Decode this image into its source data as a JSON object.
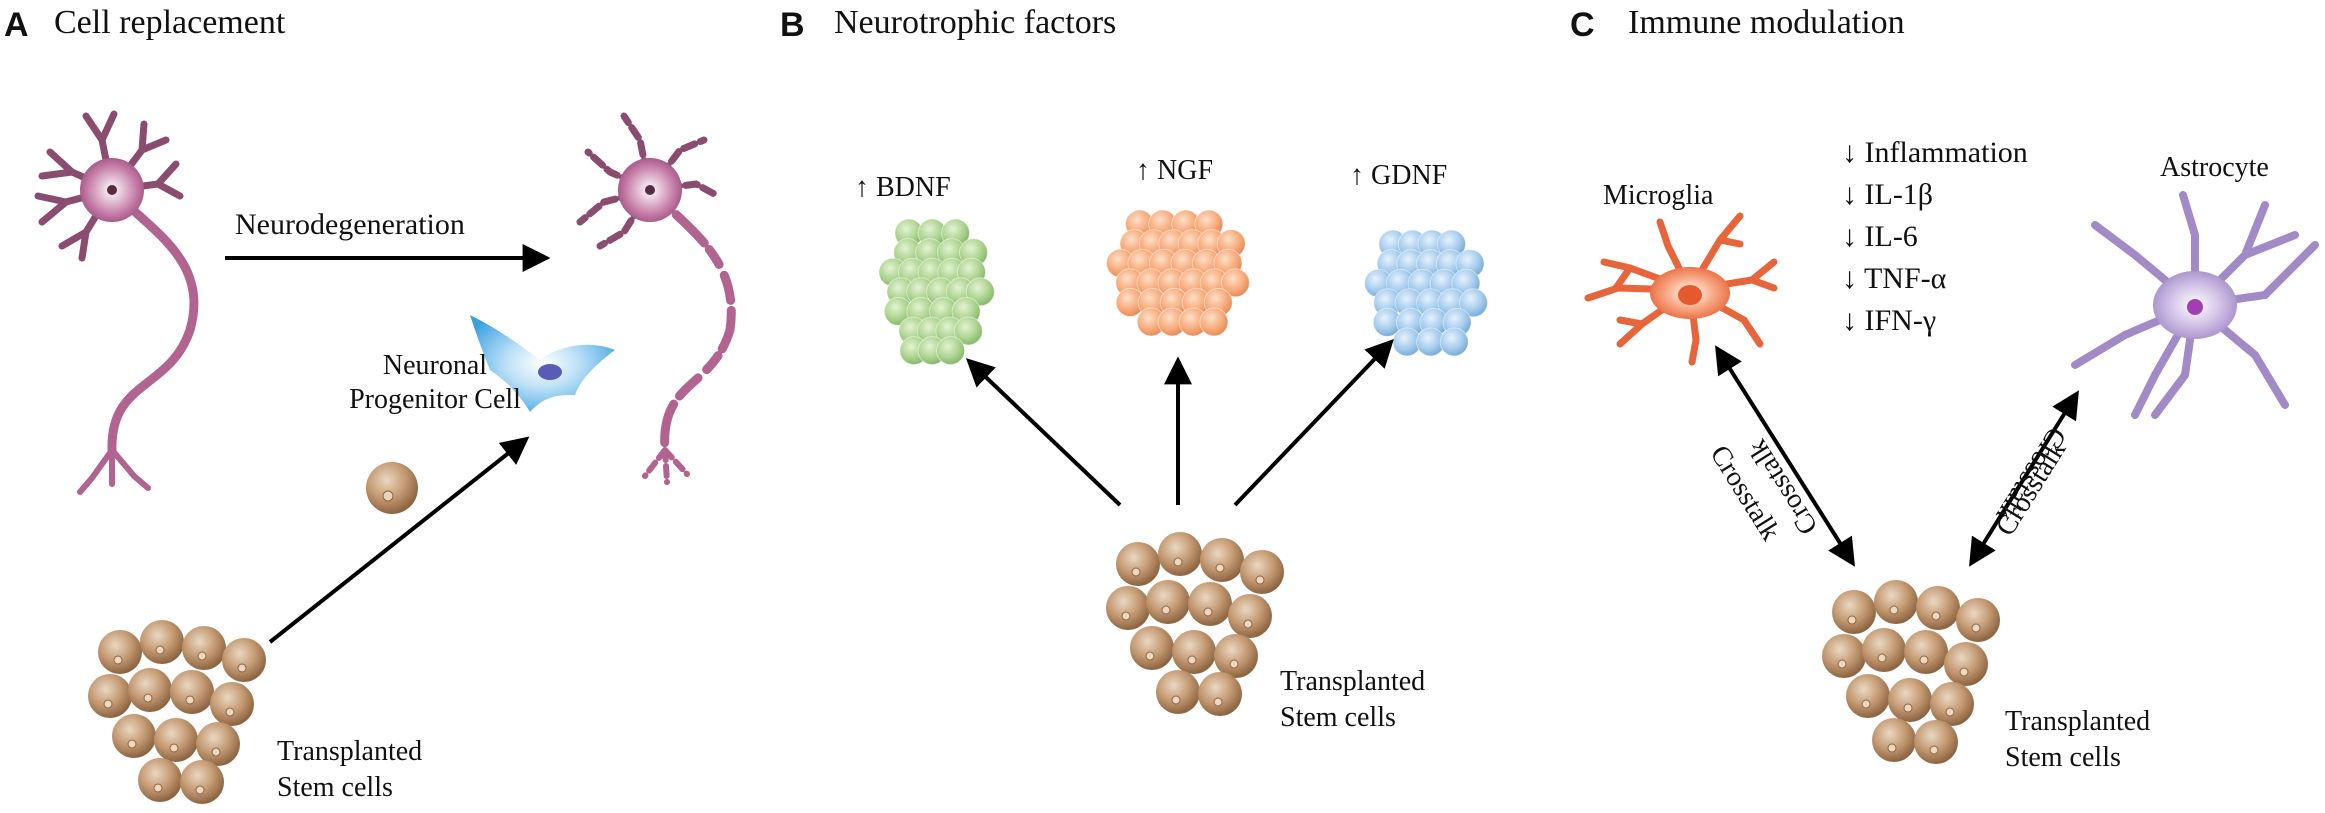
{
  "panels": {
    "a": {
      "letter": "A",
      "title": "Cell replacement",
      "arrow_label": "Neurodegeneration",
      "progenitor_label_line1": "Neuronal",
      "progenitor_label_line2": "Progenitor Cell",
      "stem_label_line1": "Transplanted",
      "stem_label_line2": "Stem cells"
    },
    "b": {
      "letter": "B",
      "title": "Neurotrophic factors",
      "factors": [
        "↑ BDNF",
        "↑ NGF",
        "↑ GDNF"
      ],
      "stem_label_line1": "Transplanted",
      "stem_label_line2": "Stem cells"
    },
    "c": {
      "letter": "C",
      "title": "Immune modulation",
      "microglia_label": "Microglia",
      "astrocyte_label": "Astrocyte",
      "effects": [
        "↓ Inflammation",
        "↓ IL-1β",
        "↓ IL-6",
        "↓ TNF-α",
        "↓ IFN-γ"
      ],
      "crosstalk_label": "Crosstalk",
      "stem_label_line1": "Transplanted",
      "stem_label_line2": "Stem cells"
    }
  },
  "colors": {
    "neuron": "#b0648f",
    "neuron_dark": "#7a3f60",
    "progenitor": "#4aa6e0",
    "stem_cell": "#b58a63",
    "bdnf": "#a8cf8a",
    "ngf": "#f6a878",
    "gdnf": "#9fc8ea",
    "microglia": "#e8643a",
    "astrocyte": "#a28ac6"
  }
}
